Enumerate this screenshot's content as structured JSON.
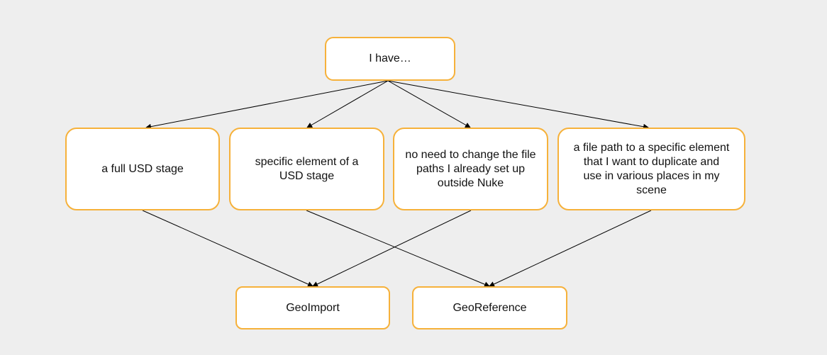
{
  "diagram": {
    "root": {
      "label": "I have…"
    },
    "options": [
      {
        "id": "a",
        "label": "a full USD stage"
      },
      {
        "id": "b",
        "label": "specific element of a USD stage"
      },
      {
        "id": "c",
        "label": "no need to change the file paths I already set up outside Nuke"
      },
      {
        "id": "d",
        "label": "a file path to a specific element that I want to duplicate and use in various places in my scene"
      }
    ],
    "results": [
      {
        "id": "geoimport",
        "label": "GeoImport"
      },
      {
        "id": "georeference",
        "label": "GeoReference"
      }
    ],
    "edges": [
      {
        "from": "root",
        "to": "a"
      },
      {
        "from": "root",
        "to": "b"
      },
      {
        "from": "root",
        "to": "c"
      },
      {
        "from": "root",
        "to": "d"
      },
      {
        "from": "a",
        "to": "geoimport"
      },
      {
        "from": "b",
        "to": "georeference"
      },
      {
        "from": "c",
        "to": "geoimport"
      },
      {
        "from": "d",
        "to": "georeference"
      }
    ],
    "colors": {
      "background": "#eeeeee",
      "node_border": "#f6b13a",
      "node_fill": "#ffffff",
      "edge": "#000000"
    }
  }
}
